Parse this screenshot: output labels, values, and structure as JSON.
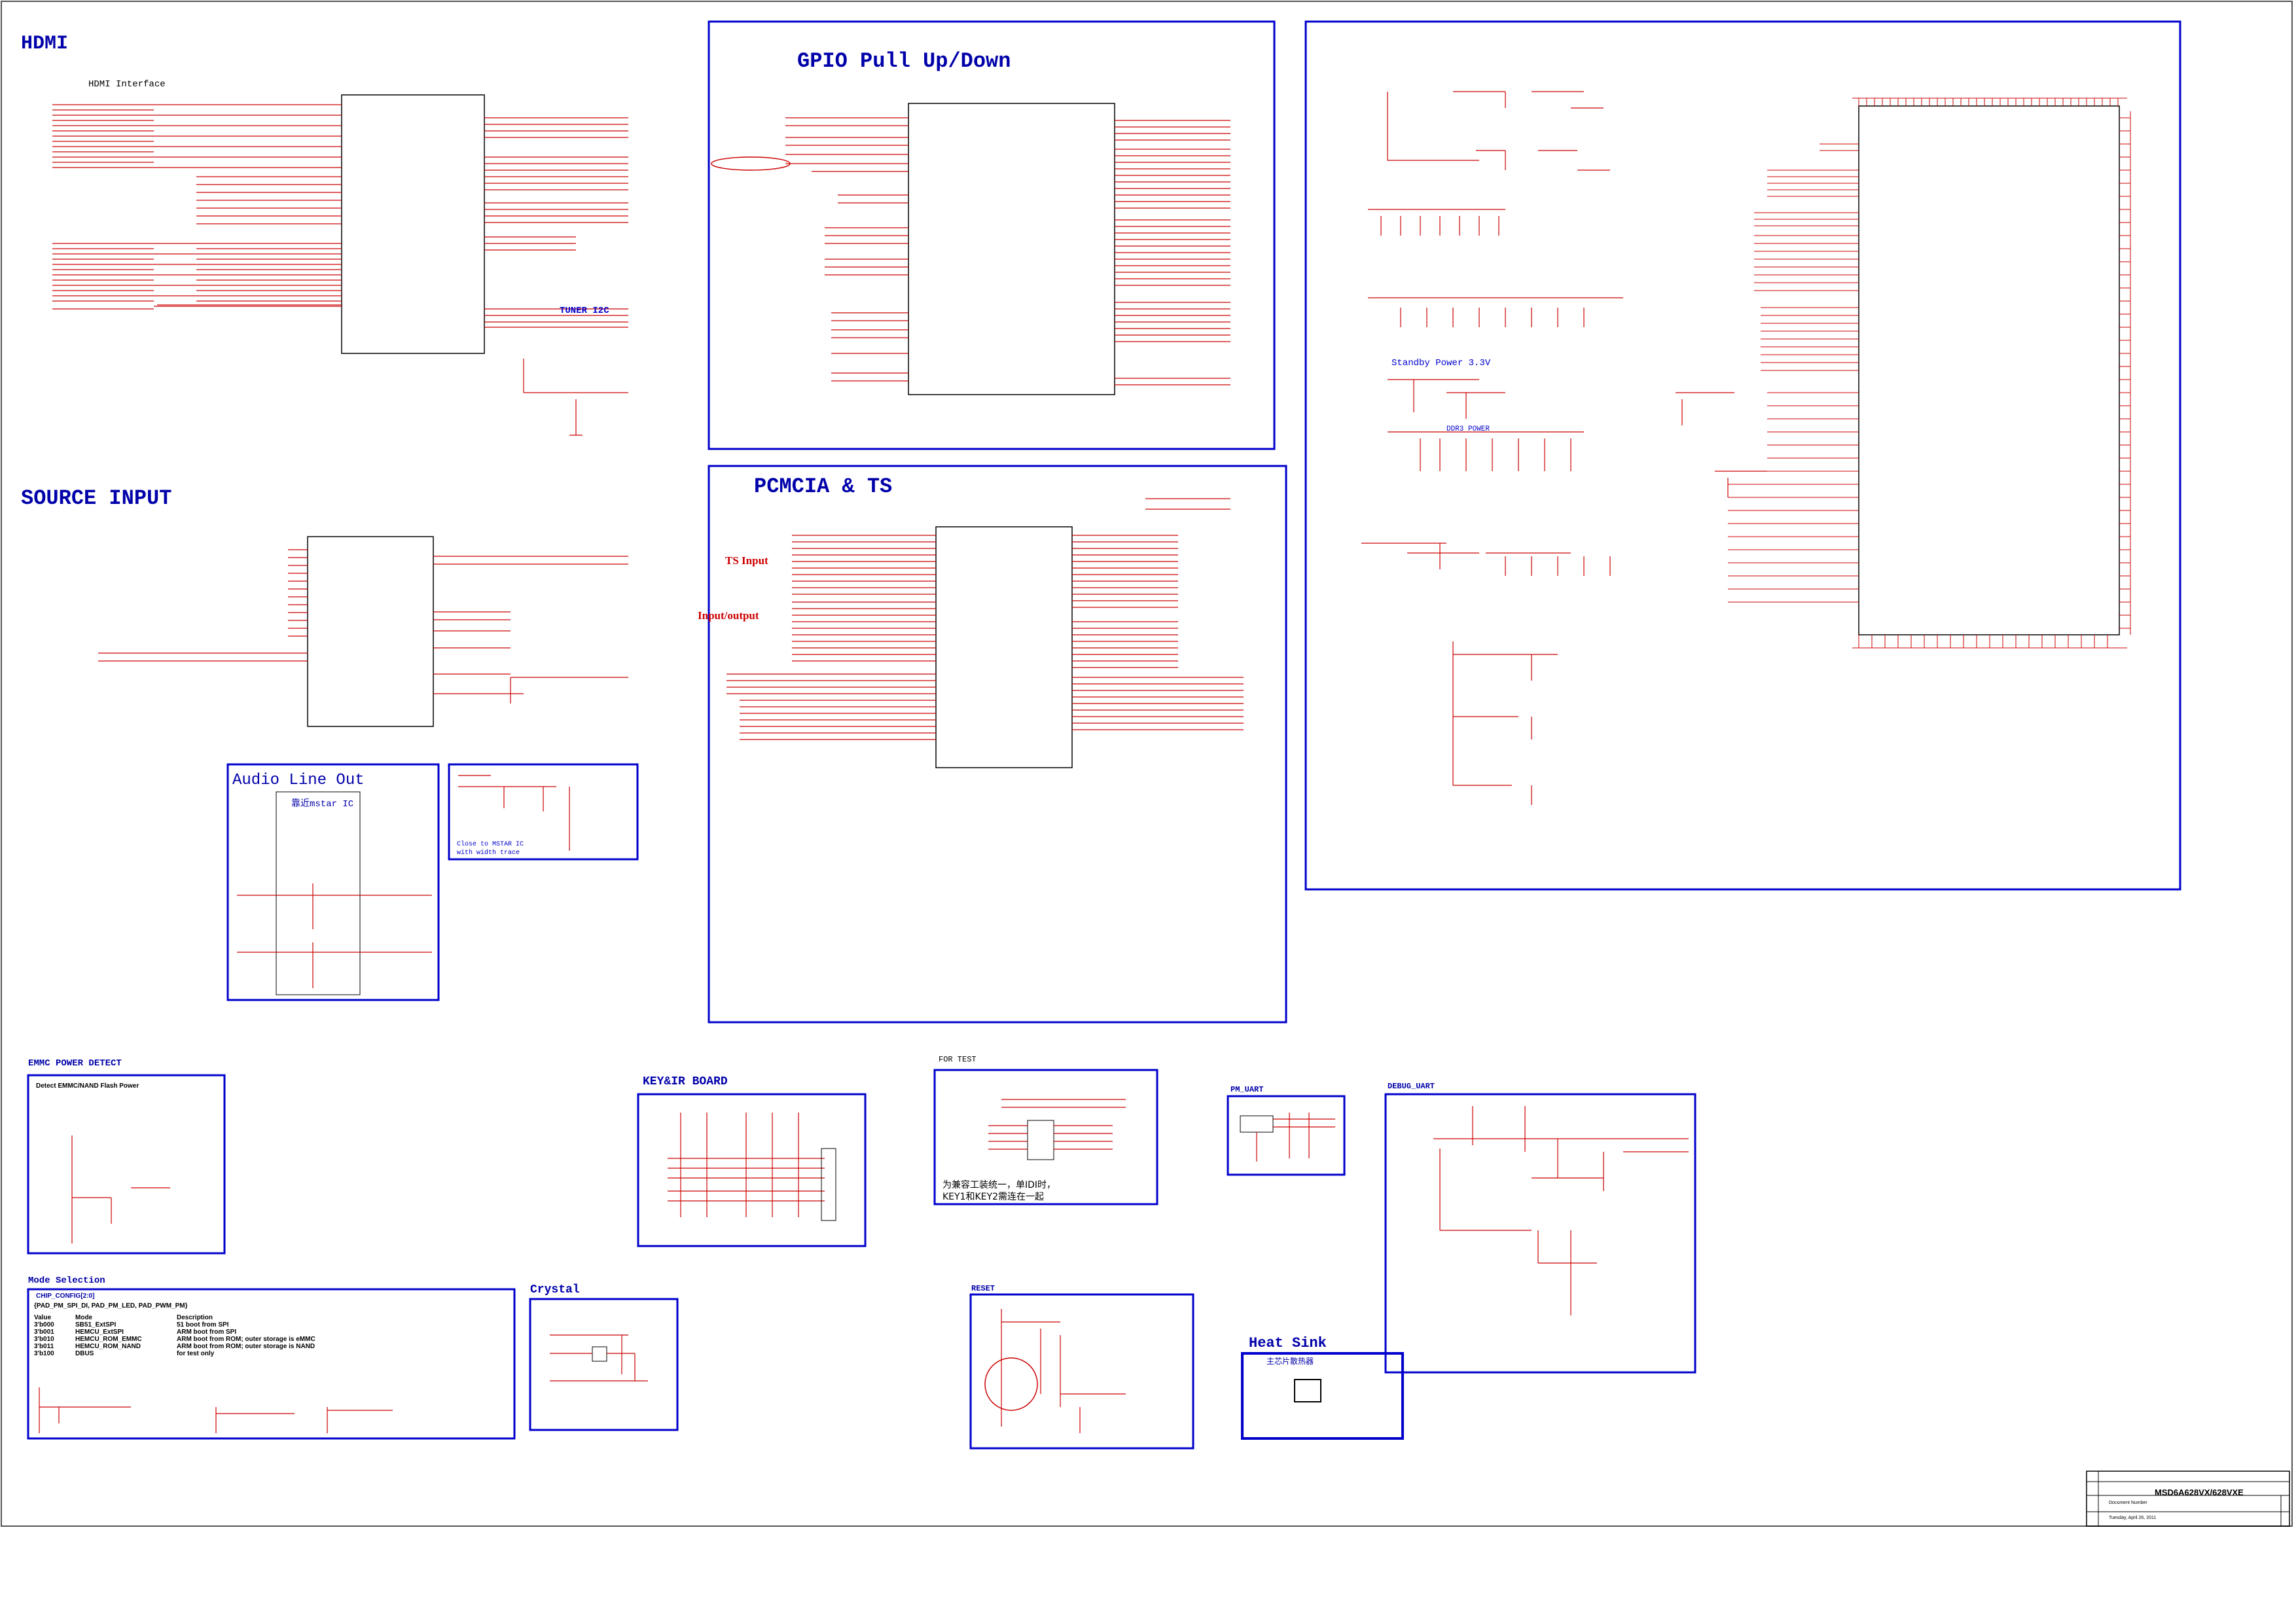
{
  "sections": {
    "hdmi": "HDMI",
    "hdmi_interface": "HDMI Interface",
    "tuner_i2c": "TUNER I2C",
    "gpio": "GPIO Pull Up/Down",
    "source_input": "SOURCE INPUT",
    "pcmcia": "PCMCIA & TS",
    "ts_input": "TS Input",
    "input_output": "Input/output",
    "audio_line_out": "Audio Line Out",
    "near_master": "靠近mstar IC",
    "close_to_mstar": "Close to MSTAR IC",
    "with_width_trace": "with width trace",
    "standby_power": "Standby Power 3.3V",
    "ddr3_power": "DDR3 POWER",
    "emmc_power_detect": "EMMC POWER DETECT",
    "detect_flash_power": "Detect EMMC/NAND Flash Power",
    "key_ir_board": "KEY&IR BOARD",
    "for_test": "FOR TEST",
    "for_test_note1": "为兼容工装统一，单IDI时，",
    "for_test_note2": "KEY1和KEY2需连在一起",
    "pm_uart": "PM_UART",
    "debug_uart": "DEBUG_UART",
    "mode_selection": "Mode Selection",
    "crystal": "Crystal",
    "reset": "RESET",
    "heat_sink": "Heat Sink",
    "heat_sink_note": "主芯片散热器"
  },
  "mode_table": {
    "config_title": "CHIP_CONFIG[2:0]",
    "config_pins": "{PAD_PM_SPI_DI, PAD_PM_LED, PAD_PWM_PM}",
    "headers": [
      "Value",
      "Mode",
      "Description"
    ],
    "rows": [
      [
        "3'b000",
        "SB51_ExtSPI",
        "51 boot from SPI"
      ],
      [
        "3'b001",
        "HEMCU_ExtSPI",
        "ARM boot from SPI"
      ],
      [
        "3'b010",
        "HEMCU_ROM_EMMC",
        "ARM boot from ROM; outer storage is eMMC"
      ],
      [
        "3'b011",
        "HEMCU_ROM_NAND",
        "ARM boot from ROM; outer storage is NAND"
      ],
      [
        "3'b100",
        "DBUS",
        "for test only"
      ]
    ]
  },
  "title_block": {
    "doc_title": "MSD6A628VX/628VXE",
    "doc_number_label": "Document Number",
    "date": "Tuesday, April 26, 2011"
  },
  "colors": {
    "frame": "#0000cc",
    "wire": "#cc0000",
    "title": "#0000aa",
    "text": "#000000"
  }
}
